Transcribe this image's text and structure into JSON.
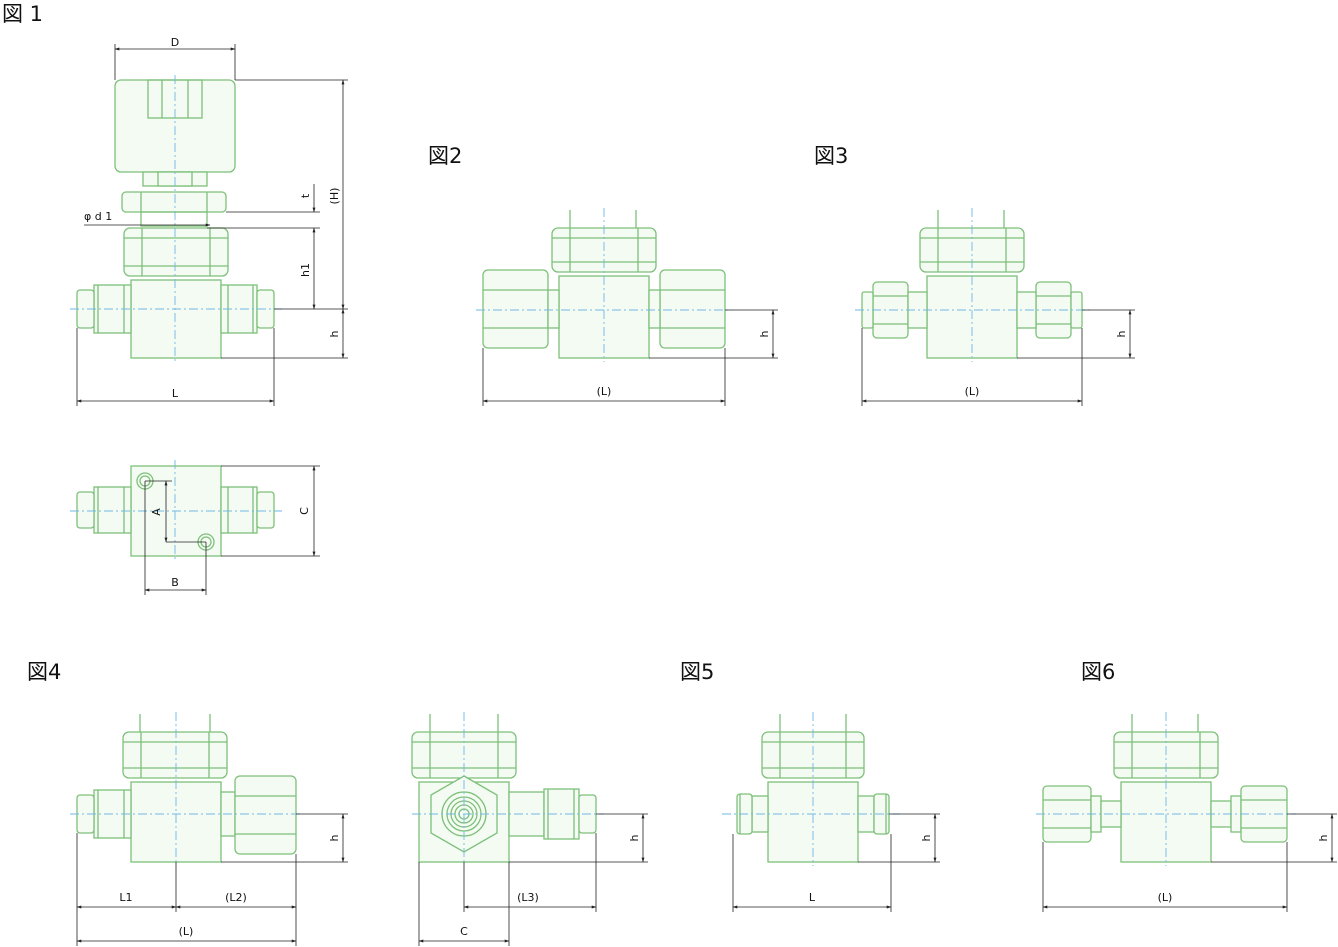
{
  "figures": {
    "fig1": "図 1",
    "fig2": "図2",
    "fig3": "図3",
    "fig4": "図4",
    "fig5": "図5",
    "fig6": "図6"
  },
  "dims": {
    "D": "D",
    "H": "(H)",
    "t": "t",
    "phi_d1": "φ d 1",
    "h1": "h1",
    "h": "h",
    "L": "L",
    "L_paren": "(L)",
    "C": "C",
    "A": "A",
    "B": "B",
    "L1": "L1",
    "L2": "(L2)",
    "L3": "(L3)"
  },
  "colors": {
    "outline": "#7ec07a",
    "centerline": "#6fb7e6",
    "dimension": "#222222"
  }
}
